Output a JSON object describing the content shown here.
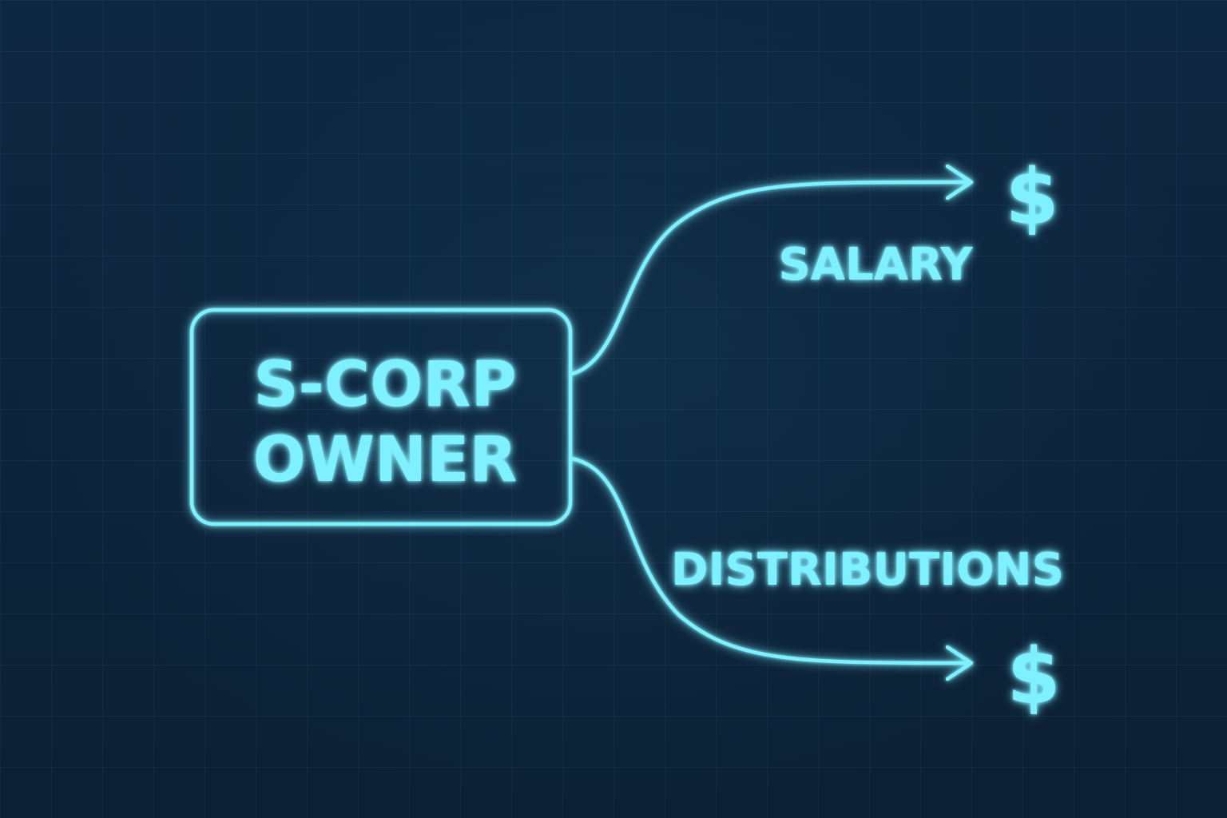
{
  "diagram": {
    "node": {
      "line1": "S-CORP",
      "line2": "OWNER"
    },
    "branches": [
      {
        "label": "SALARY",
        "symbol": "$"
      },
      {
        "label": "DISTRIBUTIONS",
        "symbol": "$"
      }
    ]
  },
  "colors": {
    "background": "#0c2236",
    "neon": "#7ff0ff",
    "glow": "#38d6f5"
  }
}
